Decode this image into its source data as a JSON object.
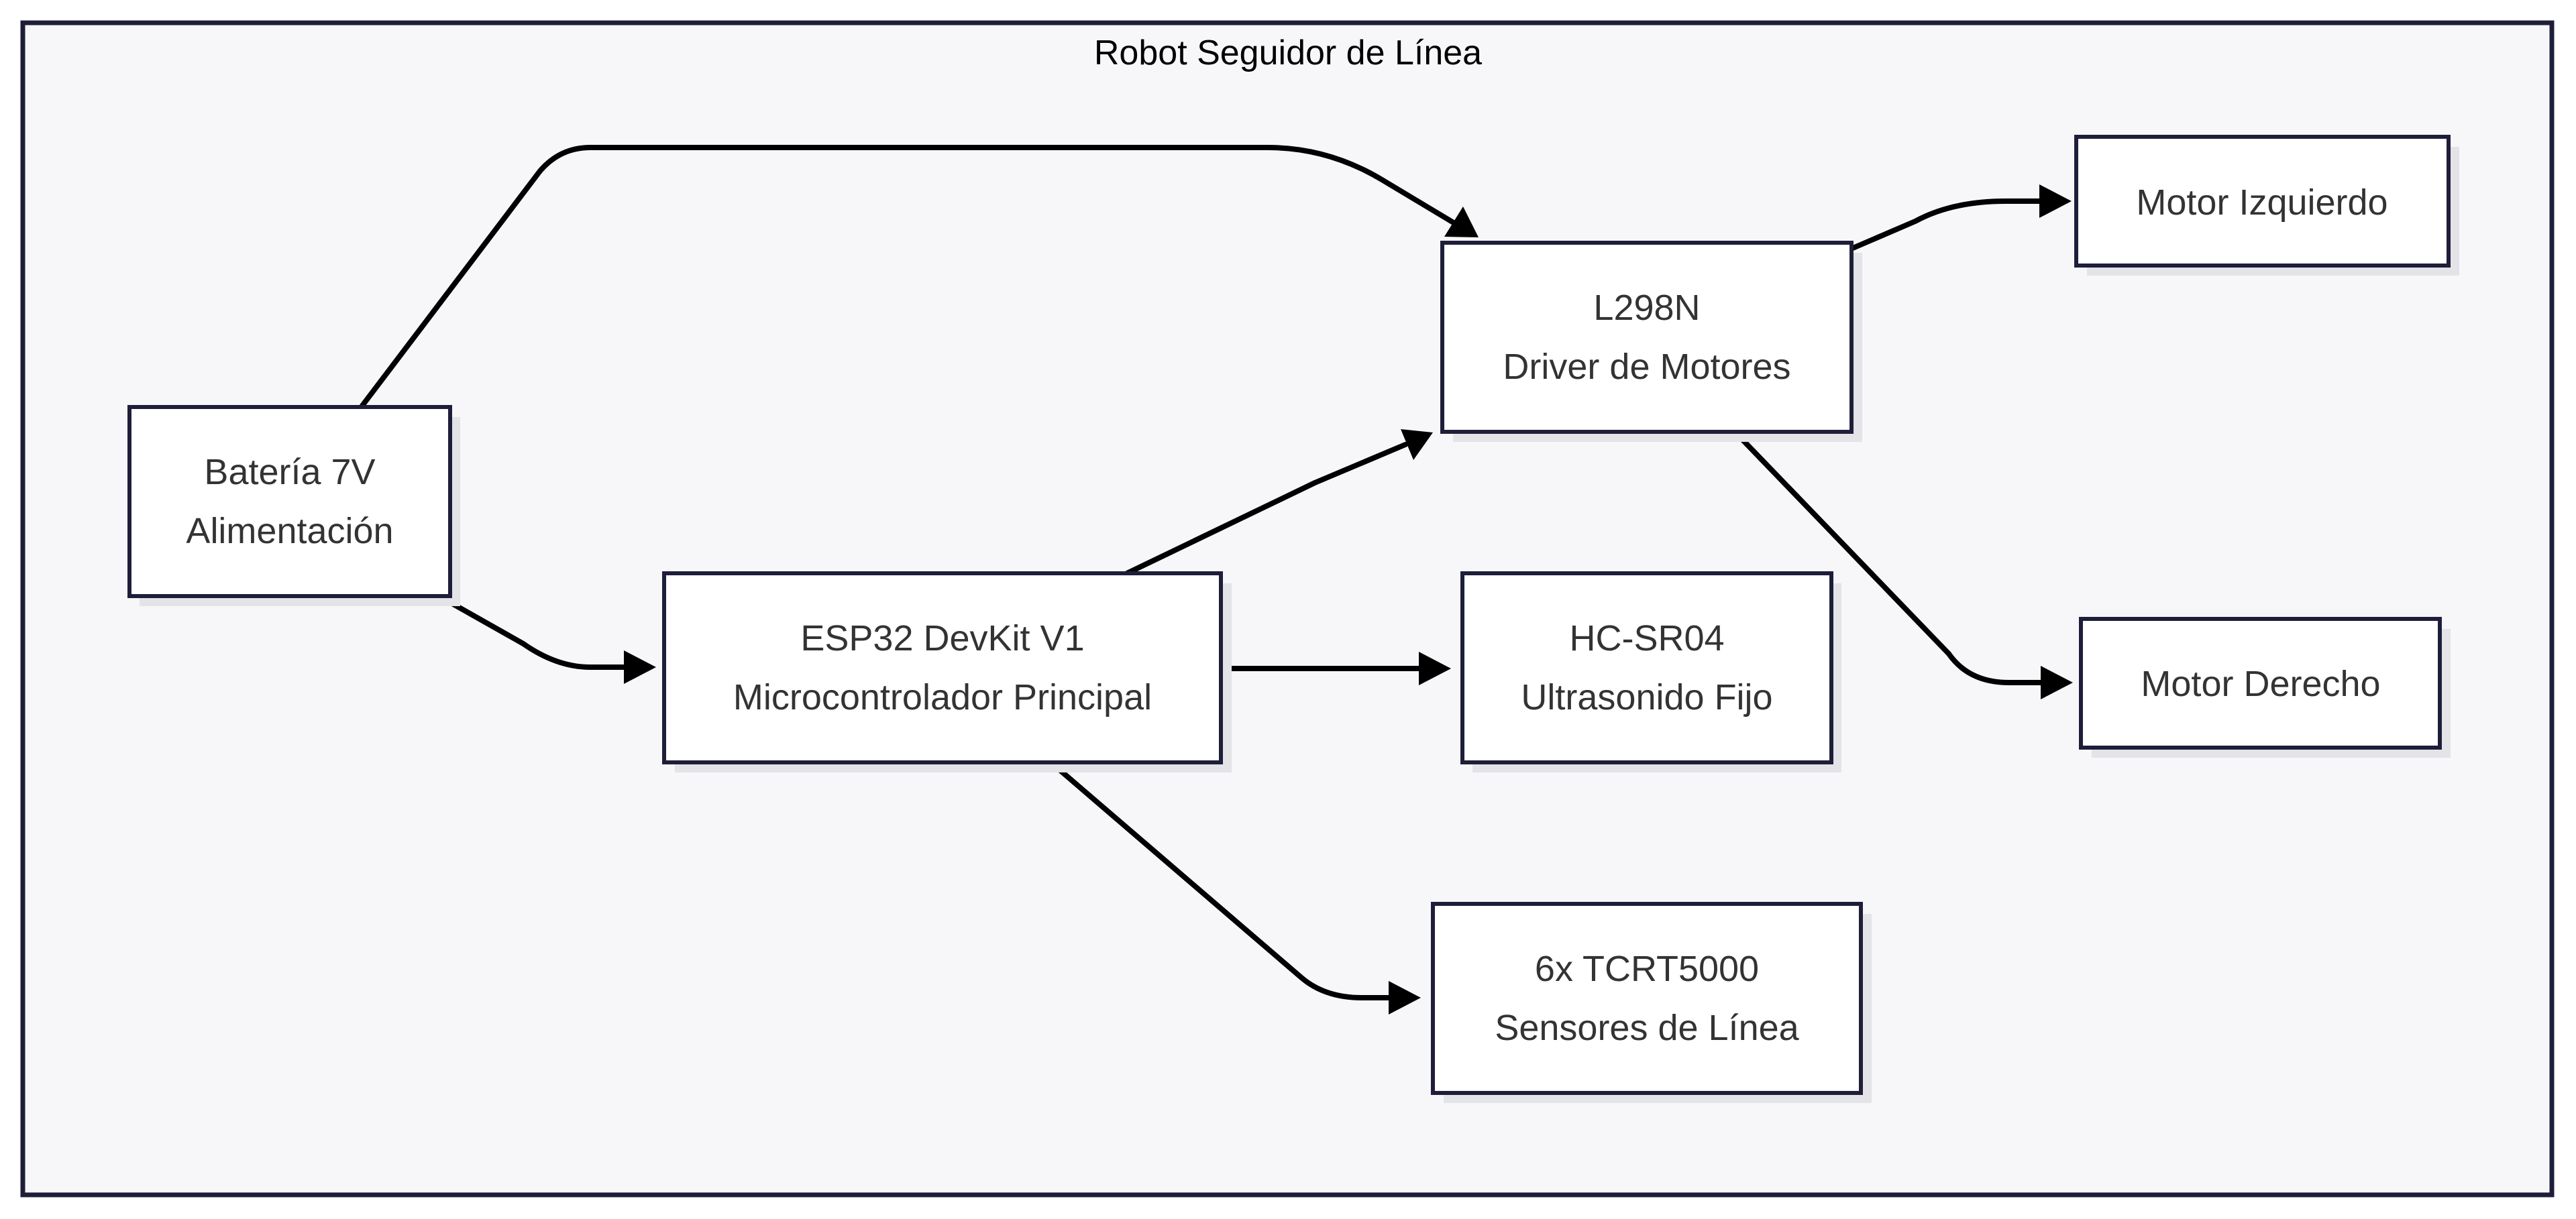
{
  "diagram": {
    "title": "Robot Seguidor de Línea",
    "colors": {
      "frame_fill": "#f7f7fa",
      "frame_border": "#1e1e3a",
      "node_fill": "#ffffff",
      "node_border": "#1e1e3a",
      "edge": "#000000",
      "text": "#333333"
    },
    "nodes": {
      "battery": {
        "line1": "Batería 7V",
        "line2": "Alimentación"
      },
      "esp32": {
        "line1": "ESP32 DevKit V1",
        "line2": "Microcontrolador Principal"
      },
      "driver": {
        "line1": "L298N",
        "line2": "Driver de Motores"
      },
      "motor_left": {
        "line1": "Motor Izquierdo"
      },
      "motor_right": {
        "line1": "Motor Derecho"
      },
      "ultrasonic": {
        "line1": "HC-SR04",
        "line2": "Ultrasonido Fijo"
      },
      "line_sensors": {
        "line1": "6x TCRT5000",
        "line2": "Sensores de Línea"
      }
    },
    "edges": [
      {
        "from": "battery",
        "to": "driver"
      },
      {
        "from": "battery",
        "to": "esp32"
      },
      {
        "from": "esp32",
        "to": "driver"
      },
      {
        "from": "esp32",
        "to": "ultrasonic"
      },
      {
        "from": "esp32",
        "to": "line_sensors"
      },
      {
        "from": "driver",
        "to": "motor_left"
      },
      {
        "from": "driver",
        "to": "motor_right"
      }
    ]
  }
}
